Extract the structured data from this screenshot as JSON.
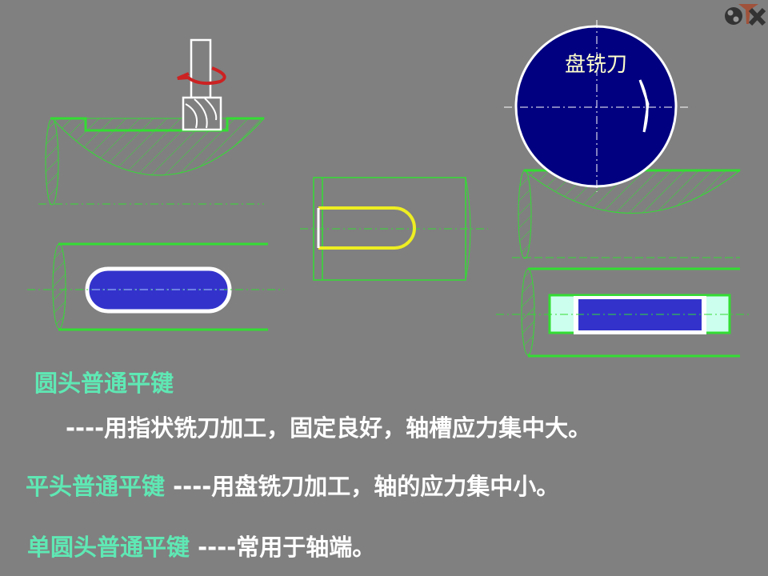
{
  "diagram": {
    "cutter_label": "盘铣刀",
    "colors": {
      "background": "#808080",
      "shaft_outline": "#33dd33",
      "key_fill": "#3333cc",
      "cutter_fill": "#000080",
      "highlight_round_end": "#eeee22",
      "rotation_arrow": "#cc2222",
      "term_text": "#5fe8b4",
      "label_text": "#ffffcc"
    },
    "icons": [
      "logo-icon",
      "rotation-arrow-icon"
    ]
  },
  "text": {
    "round_key": {
      "term": "圆头普通平键",
      "desc": "----用指状铣刀加工，固定良好，轴槽应力集中大。"
    },
    "flat_key": {
      "term": "平头普通平键",
      "desc": "----用盘铣刀加工，轴的应力集中小。"
    },
    "single_round_key": {
      "term": "单圆头普通平键",
      "desc": "----常用于轴端。"
    }
  }
}
